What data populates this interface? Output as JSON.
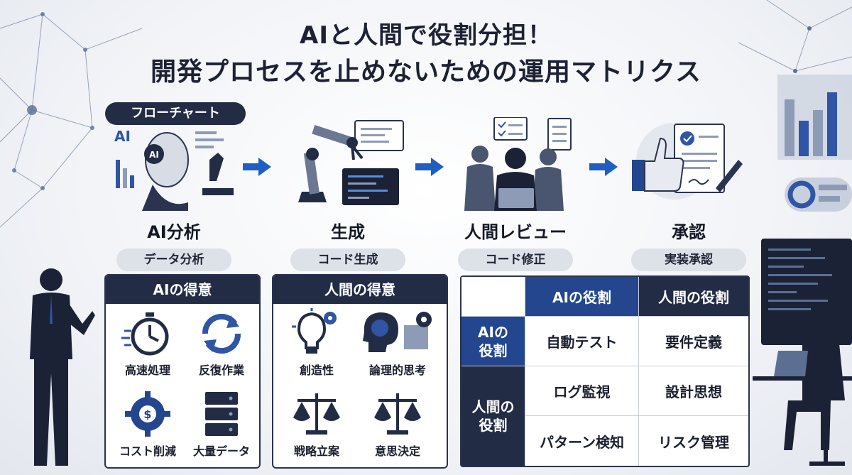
{
  "title_line1": "AIと人間で役割分担！",
  "title_line2": "開発プロセスを止めないための運用マトリクス",
  "flow_label": "フローチャート",
  "steps": [
    {
      "name": "AI分析",
      "sub": "データ分析",
      "icon": "ai-robot-icon"
    },
    {
      "name": "生成",
      "sub": "コード生成",
      "icon": "robot-arm-icon"
    },
    {
      "name": "人間レビュー",
      "sub": "コード修正",
      "icon": "review-team-icon"
    },
    {
      "name": "承認",
      "sub": "実装承認",
      "icon": "thumbs-up-icon"
    }
  ],
  "robot_badge": "AI",
  "ai_panel": {
    "header": "AIの得意",
    "items": [
      {
        "label": "高速処理",
        "icon": "stopwatch-icon"
      },
      {
        "label": "反復作業",
        "icon": "refresh-icon"
      },
      {
        "label": "コスト削減",
        "icon": "gear-dollar-icon"
      },
      {
        "label": "大量データ",
        "icon": "server-icon"
      }
    ]
  },
  "human_panel": {
    "header": "人間の得意",
    "items": [
      {
        "label": "創造性",
        "icon": "lightbulb-gear-icon"
      },
      {
        "label": "論理的思考",
        "icon": "brain-puzzle-icon"
      },
      {
        "label": "戦略立案",
        "icon": "scale-icon"
      },
      {
        "label": "意思決定",
        "icon": "scale-icon"
      }
    ]
  },
  "matrix": {
    "col_headers": [
      "AIの役割",
      "人間の役割"
    ],
    "row_headers": [
      "AIの\n役割",
      "人間の\n役割"
    ],
    "cells": [
      [
        "自動テスト",
        "要件定義"
      ],
      [
        "ログ監視",
        "設計思想"
      ],
      [
        "パターン検知",
        "リスク管理"
      ]
    ]
  },
  "colors": {
    "navy": "#232c45",
    "blue": "#23468f",
    "accent": "#2f6fd1"
  }
}
